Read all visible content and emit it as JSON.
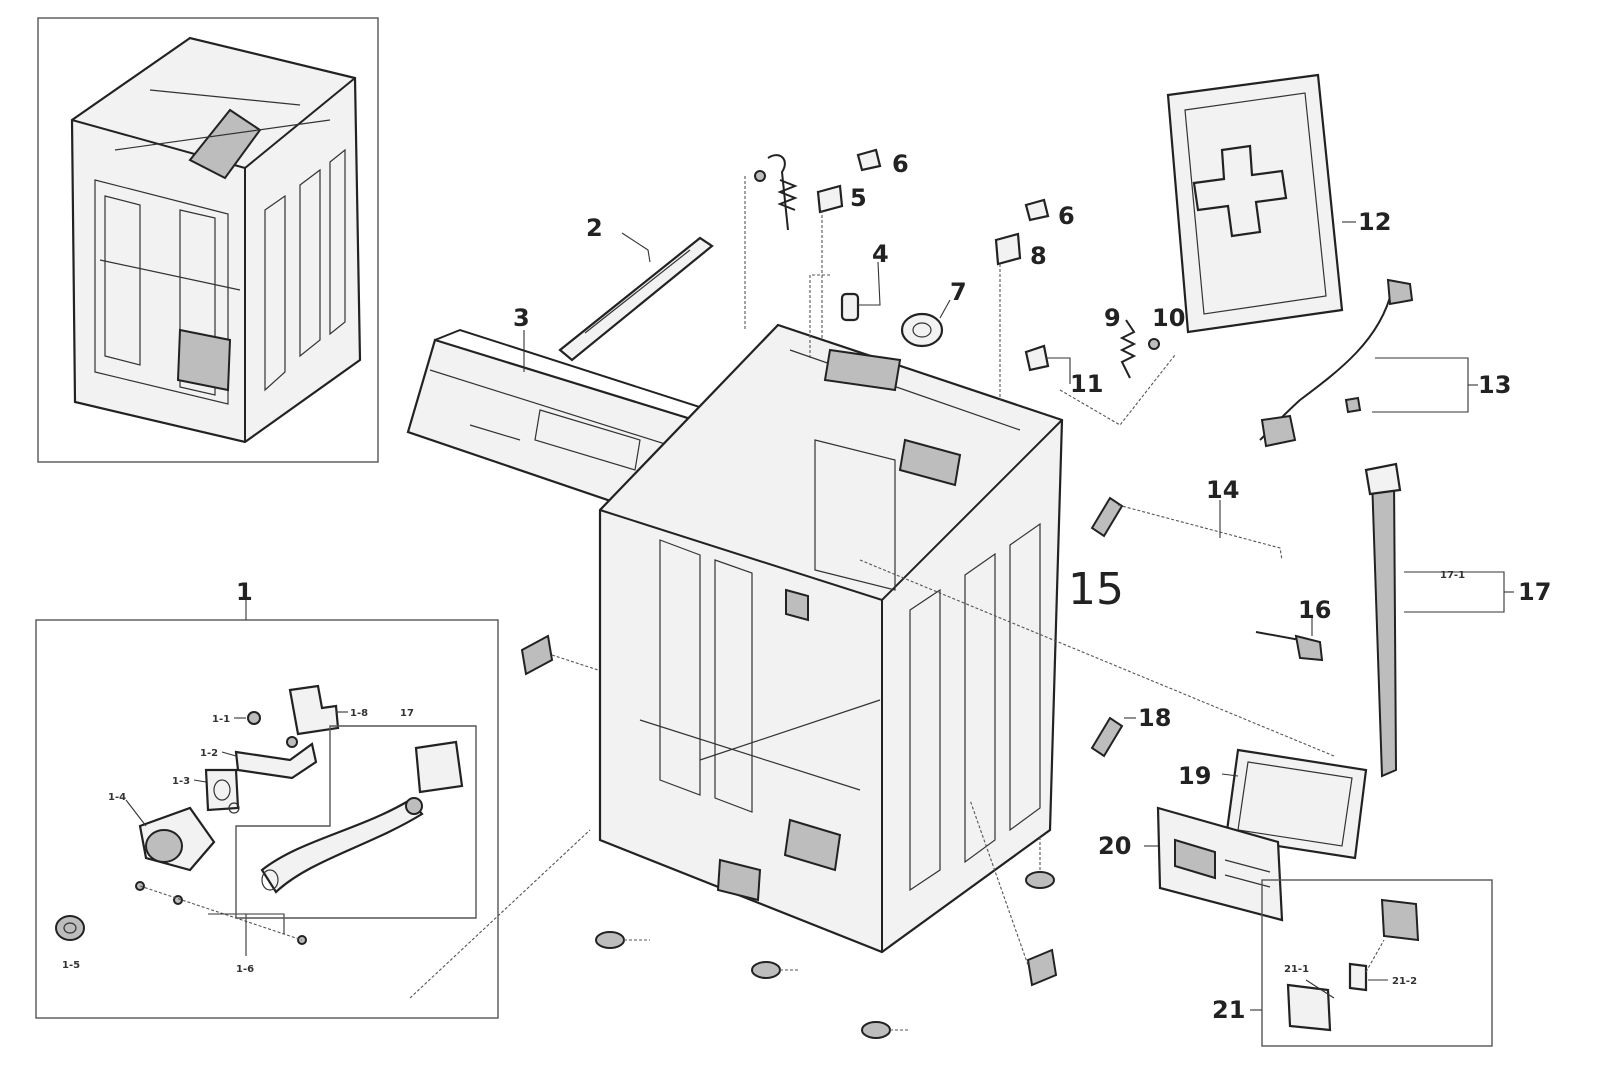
{
  "labels": {
    "c1": "1",
    "c2": "2",
    "c3": "3",
    "c4": "4",
    "c5": "5",
    "c6a": "6",
    "c6b": "6",
    "c7": "7",
    "c8": "8",
    "c9": "9",
    "c10": "10",
    "c11": "11",
    "c12": "12",
    "c13": "13",
    "c14": "14",
    "c15": "15",
    "c16": "16",
    "c17": "17",
    "c18": "18",
    "c19": "19",
    "c20": "20",
    "c21": "21",
    "s1_1": "1-1",
    "s1_2": "1-2",
    "s1_3": "1-3",
    "s1_4": "1-4",
    "s1_5": "1-5",
    "s1_6": "1-6",
    "s1_8": "1-8",
    "s17_in1": "17",
    "s17_1": "17-1",
    "s21_1": "21-1",
    "s21_2": "21-2"
  }
}
